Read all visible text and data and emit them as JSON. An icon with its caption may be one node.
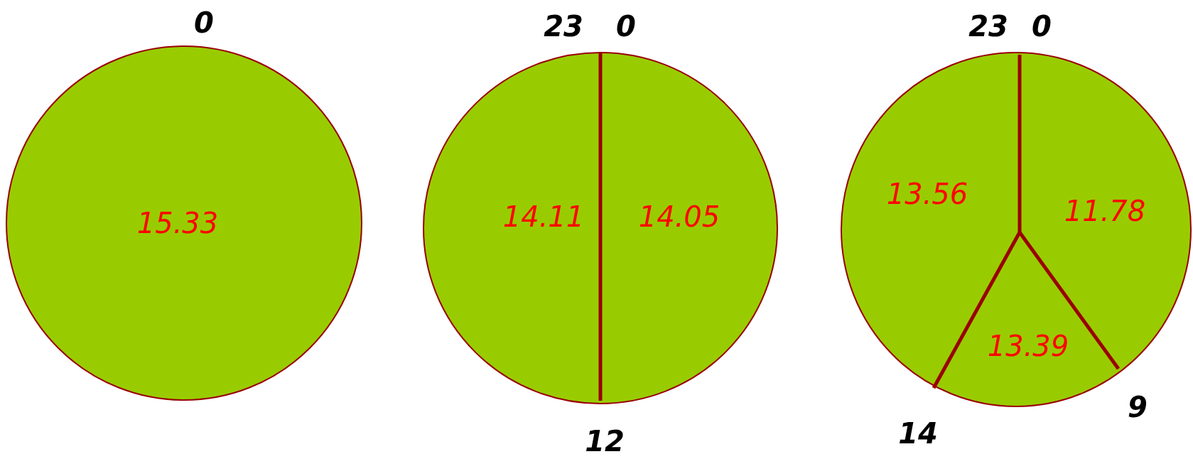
{
  "diagram": {
    "nodes": [
      {
        "text": [
          "15.33"
        ]
      },
      {
        "text": [
          "14.11",
          "14.05"
        ]
      },
      {
        "text": [
          "13.56",
          "11.78",
          "13.39"
        ]
      }
    ],
    "labels": [
      "0",
      "23",
      "0",
      "23",
      "0",
      "9",
      "12",
      "14"
    ]
  }
}
